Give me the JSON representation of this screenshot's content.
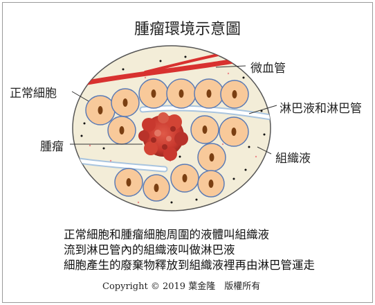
{
  "title": "腫瘤環境示意圖",
  "labels": {
    "capillary": "微血管",
    "normal_cell": "正常細胞",
    "lymph": "淋巴液和淋巴管",
    "tumor": "腫瘤",
    "tissue_fluid": "組織液"
  },
  "caption": [
    "正常細胞和腫瘤細胞周圍的液體叫組織液",
    "流到淋巴管內的組織液叫做淋巴液",
    "細胞產生的廢棄物釋放到組織液裡再由淋巴管運走"
  ],
  "copyright": "Copyright © 2019 葉金隆　版權所有",
  "colors": {
    "tissue_background": "#f3edd8",
    "cell_fill": "#f8c99a",
    "cell_border": "#5b7bb5",
    "nucleus": "#7a3f12",
    "blood_vessel": "#d8312f",
    "tumor": "#c8382e",
    "lymph_vessel_border": "#a8c4df"
  }
}
